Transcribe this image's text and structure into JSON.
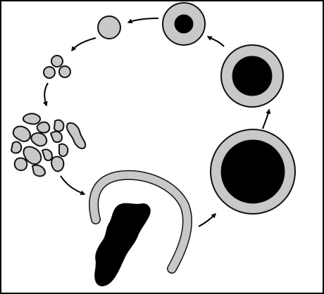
{
  "diagram": {
    "colors": {
      "background": "#ffffff",
      "frame": "#000000",
      "ring_fill": "#c8c8c8",
      "outline": "#111111",
      "core_fill": "#000000",
      "arrow": "#000000"
    },
    "stages": [
      {
        "id": "large-ringed-cell",
        "shape": "ring-with-dark-core"
      },
      {
        "id": "medium-ringed-cell",
        "shape": "ring-with-dark-core"
      },
      {
        "id": "small-ringed-cell",
        "shape": "ring-with-dark-core"
      },
      {
        "id": "solid-gray-sphere",
        "shape": "circle"
      },
      {
        "id": "three-small-spheres",
        "shape": "circle-cluster"
      },
      {
        "id": "fragment-pile",
        "shape": "irregular-fragments"
      },
      {
        "id": "curved-strand-with-dark-mass",
        "shape": "arc-and-blob"
      }
    ],
    "cycle_direction": "counter-clockwise"
  }
}
